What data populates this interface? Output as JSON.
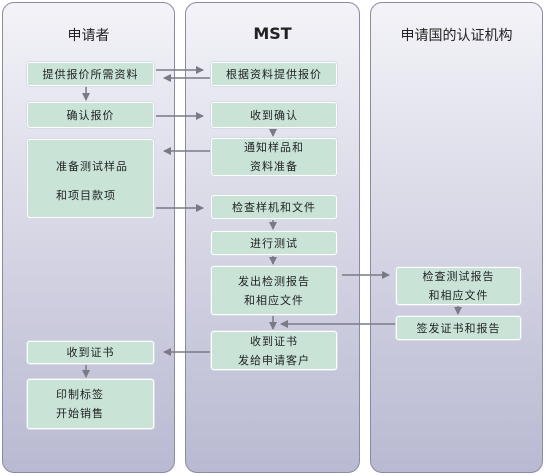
{
  "lanes": {
    "applicant": "申请者",
    "mst": "MST",
    "authority": "申请国的认证机构"
  },
  "boxes": {
    "provide_info": "提供报价所需资料",
    "confirm_quote": "确认报价",
    "prepare_samples": "准备测试样品\n和项目款项",
    "receive_cert_applicant": "收到证书",
    "print_label": "印制标签\n开始销售",
    "quote_from_info": "根据资料提供报价",
    "receive_confirm": "收到确认",
    "notify_samples": "通知样品和\n资料准备",
    "inspect_samples": "检查样机和文件",
    "perform_test": "进行测试",
    "issue_report": "发出检测报告\n和相应文件",
    "receive_cert_mst": "收到证书\n发给申请客户",
    "check_report": "检查测试报告\n和相应文件",
    "issue_cert": "签发证书和报告"
  },
  "colors": {
    "box_fill": "#c9e4d7",
    "arrow": "#7a7a86"
  }
}
